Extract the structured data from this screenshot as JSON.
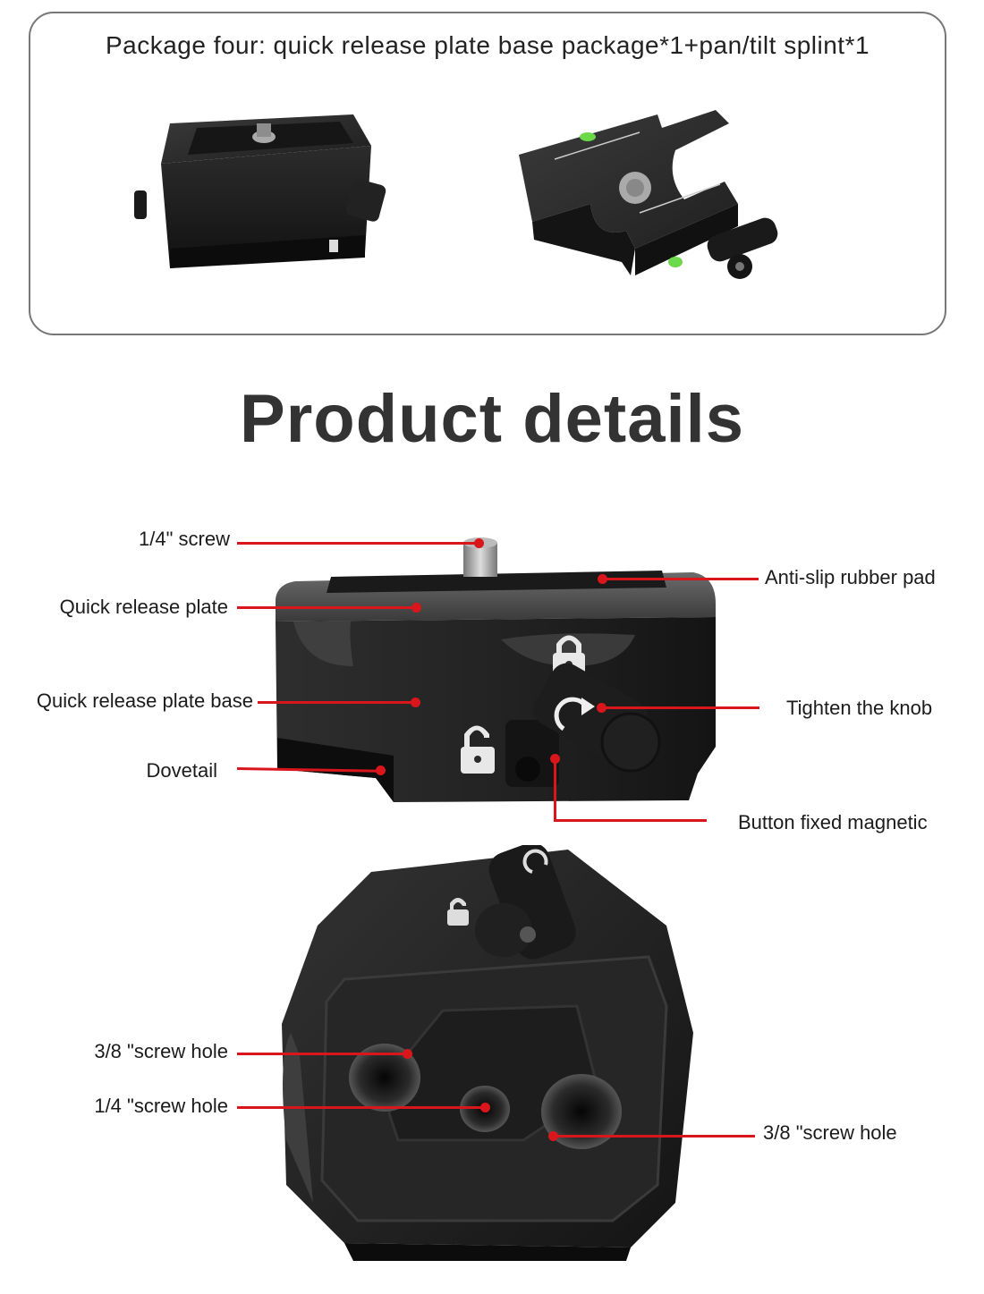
{
  "package": {
    "title": "Package four: quick release plate base package*1+pan/tilt splint*1"
  },
  "section_heading": "Product details",
  "callouts_top": {
    "screw_quarter": "1/4\" screw",
    "quick_release_plate": "Quick release plate",
    "quick_release_plate_base": "Quick release plate base",
    "dovetail": "Dovetail",
    "anti_slip_pad": "Anti-slip rubber pad",
    "tighten_knob": "Tighten the knob",
    "button_magnetic": "Button fixed magnetic"
  },
  "callouts_bottom": {
    "screw_hole_38_left": "3/8 \"screw hole",
    "screw_hole_14": "1/4 \"screw hole",
    "screw_hole_38_right": "3/8 \"screw hole"
  },
  "colors": {
    "accent_red": "#d9161c",
    "product_black": "#1e1e1e",
    "border_gray": "#777777",
    "heading_gray": "#333333"
  }
}
